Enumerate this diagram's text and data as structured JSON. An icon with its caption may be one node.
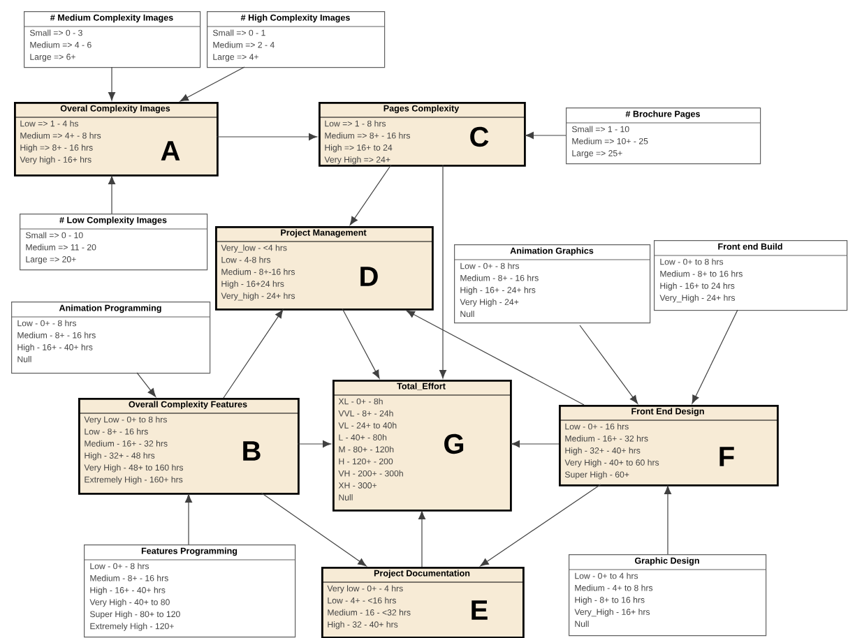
{
  "diagram": {
    "nodes": [
      {
        "text": [
          "# Medium Complexity Images",
          "Small => 0 - 3",
          "Medium => 4 - 6",
          "Large => 6+"
        ]
      },
      {
        "text": [
          "# High Complexity Images",
          "Small => 0 - 1",
          "Medium => 2 - 4",
          "Large => 4+"
        ]
      },
      {
        "text": [
          "Overal Complexity Images",
          "Low => 1 - 4 hs",
          "Medium => 4+ - 8 hrs",
          "High => 8+ - 16 hrs",
          "Very high - 16+ hrs",
          "A"
        ]
      },
      {
        "text": [
          "Pages Complexity",
          "Low => 1 - 8 hrs",
          "Medium => 8+ - 16 hrs",
          "High => 16+ to 24",
          "Very High => 24+",
          "C"
        ]
      },
      {
        "text": [
          "# Brochure Pages",
          "Small => 1 - 10",
          "Medium => 10+ - 25",
          "Large => 25+"
        ]
      },
      {
        "text": [
          "# Low Complexity Images",
          "Small => 0 - 10",
          "Medium => 11 - 20",
          "Large => 20+"
        ]
      },
      {
        "text": [
          "Project Management",
          "Very_low - <4 hrs",
          "Low - 4-8 hrs",
          "Medium - 8+-16 hrs",
          "High - 16+24 hrs",
          "Very_high - 24+ hrs",
          "D"
        ]
      },
      {
        "text": [
          "Animation Graphics",
          "Low - 0+ - 8 hrs",
          "Medium - 8+ - 16 hrs",
          "High - 16+ - 24+ hrs",
          "Very High - 24+",
          "Null"
        ]
      },
      {
        "text": [
          "Front end Build",
          "Low - 0+ to 8 hrs",
          "Medium - 8+ to 16 hrs",
          "High - 16+ to 24 hrs",
          "Very_High - 24+ hrs"
        ]
      },
      {
        "text": [
          "Animation Programming",
          "Low - 0+ - 8 hrs",
          "Medium - 8+ - 16 hrs",
          "High - 16+ - 40+ hrs",
          "Null"
        ]
      },
      {
        "text": [
          "Overall Complexity Features",
          "Very Low - 0+ to 8 hrs",
          "Low - 8+ - 16 hrs",
          "Medium - 16+ - 32 hrs",
          "High - 32+ - 48 hrs",
          "Very High - 48+ to 160 hrs",
          "Extremely High - 160+ hrs",
          "B"
        ]
      },
      {
        "text": [
          "Total_Effort",
          "XL - 0+ - 8h",
          "VVL - 8+ - 24h",
          "VL - 24+ to 40h",
          "L - 40+ - 80h",
          "M - 80+ - 120h",
          "H - 120+ - 200",
          "VH - 200+ - 300h",
          "XH - 300+",
          "Null",
          "G"
        ]
      },
      {
        "text": [
          "Front End Design",
          "Low - 0+ - 16 hrs",
          "Medium - 16+ - 32 hrs",
          "High - 32+ - 40+ hrs",
          "Very High - 40+ to 60 hrs",
          "Super High - 60+",
          "F"
        ]
      },
      {
        "text": [
          "Features Programming",
          "Low - 0+ - 8 hrs",
          "Medium - 8+ - 16 hrs",
          "High - 16+ - 40+ hrs",
          "Very High - 40+ to 80",
          "Super High - 80+ to 120",
          "Extremely High - 120+"
        ]
      },
      {
        "text": [
          "Project Documentation",
          "Very low - 0+ - 4 hrs",
          "Low - 4+ - <16 hrs",
          "Medium - 16 - <32 hrs",
          "High - 32 - 40+ hrs",
          "E"
        ]
      },
      {
        "text": [
          "Graphic Design",
          "Low - 0+ to 4 hrs",
          "Medium - 4+ to 8 hrs",
          "High - 8+ to 16 hrs",
          "Very_High - 16+ hrs",
          "Null"
        ]
      }
    ],
    "edges": [
      {
        "from": 0,
        "to": 2,
        "arrow": "to"
      },
      {
        "from": 1,
        "to": 2,
        "arrow": "to"
      },
      {
        "from": 5,
        "to": 2,
        "arrow": "to"
      },
      {
        "from": 2,
        "to": 3,
        "arrow": "to"
      },
      {
        "from": 4,
        "to": 3,
        "arrow": "to"
      },
      {
        "from": 3,
        "to": 6,
        "arrow": "to"
      },
      {
        "from": 3,
        "to": 11,
        "arrow": "to"
      },
      {
        "from": 12,
        "to": 6,
        "arrow": "to"
      },
      {
        "from": 6,
        "to": 11,
        "arrow": "to"
      },
      {
        "from": 9,
        "to": 10,
        "arrow": "to"
      },
      {
        "from": 10,
        "to": 6,
        "arrow": "to"
      },
      {
        "from": 10,
        "to": 11,
        "arrow": "to"
      },
      {
        "from": 13,
        "to": 10,
        "arrow": "to"
      },
      {
        "from": 10,
        "to": 14,
        "arrow": "to"
      },
      {
        "from": 7,
        "to": 12,
        "arrow": "to"
      },
      {
        "from": 8,
        "to": 12,
        "arrow": "to"
      },
      {
        "from": 12,
        "to": 11,
        "arrow": "to"
      },
      {
        "from": 12,
        "to": 14,
        "arrow": "to"
      },
      {
        "from": 15,
        "to": 12,
        "arrow": "to"
      },
      {
        "from": 14,
        "to": 11,
        "arrow": "to"
      }
    ]
  }
}
